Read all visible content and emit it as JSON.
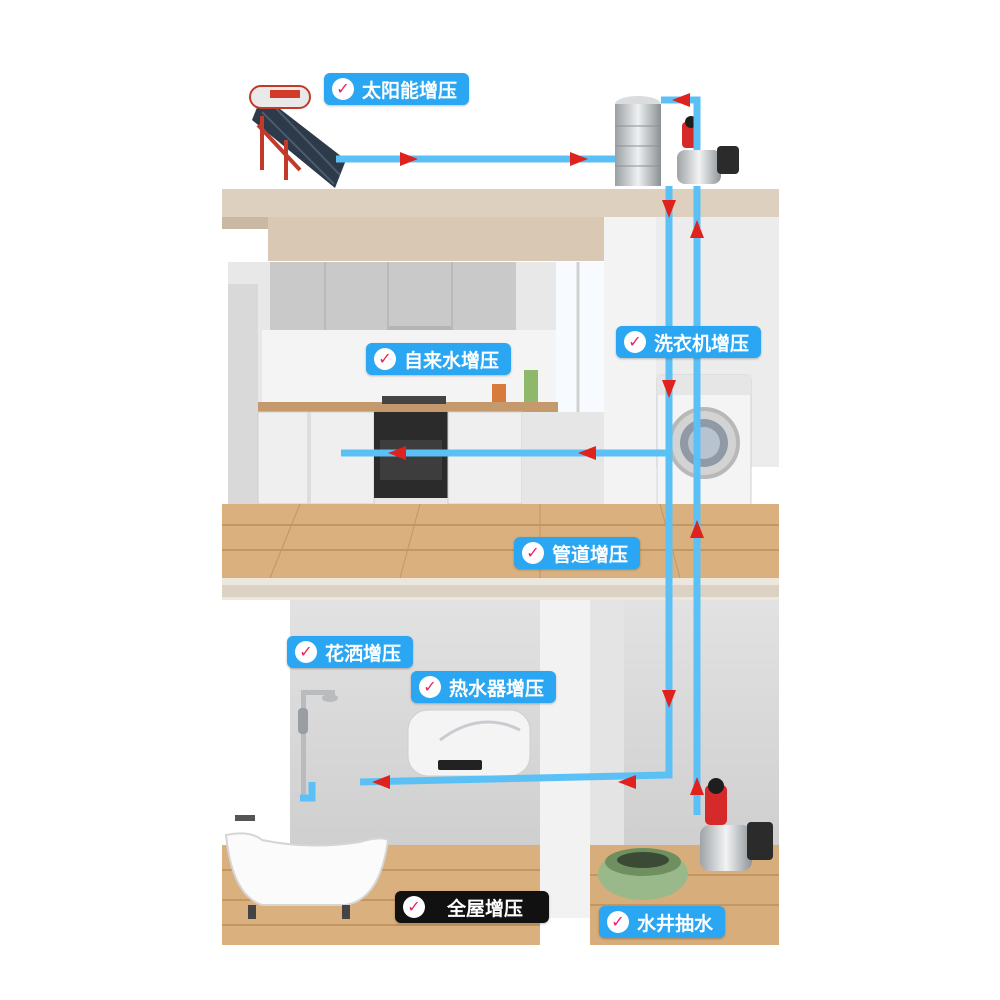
{
  "labels": {
    "solar": "太阳能增压",
    "tap": "自来水增压",
    "washer": "洗衣机增压",
    "pipe": "管道增压",
    "shower": "花洒增压",
    "heater": "热水器增压",
    "whole_house": "全屋增压",
    "well": "水井抽水"
  },
  "icons": {
    "check": "check-circle-icon",
    "flow_arrow": "red-arrow-icon"
  },
  "colors": {
    "label_bg": "#2aa6f2",
    "label_dark_bg": "#111111",
    "check_mark": "#e8245f",
    "pipe": "#5bc0f5",
    "arrow": "#e0221f",
    "wood": "#d9b07e"
  }
}
